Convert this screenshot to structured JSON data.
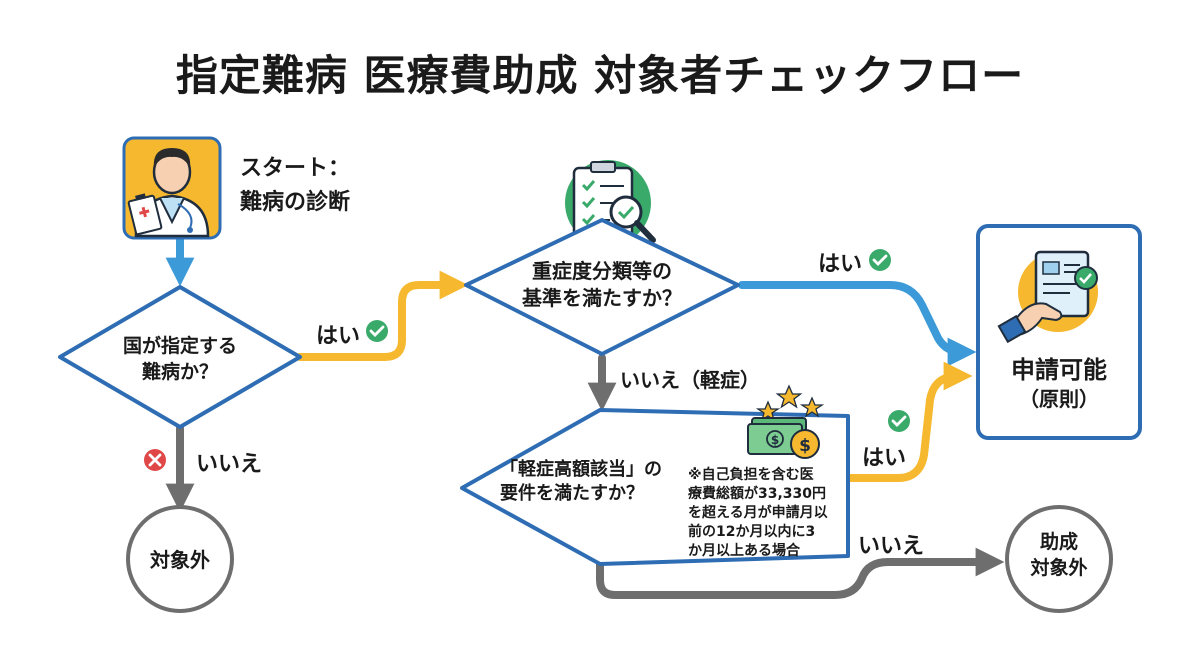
{
  "title": "指定難病 医療費助成 対象者チェックフロー",
  "start": {
    "line1": "スタート：",
    "line2": "難病の診断"
  },
  "q1": {
    "line1": "国が指定する",
    "line2": "難病か？"
  },
  "q2": {
    "line1": "重症度分類等の",
    "line2": "基準を満たすか？"
  },
  "q3": {
    "line1": "「軽症高額該当」の",
    "line2": "要件を満たすか？"
  },
  "note": {
    "lines": [
      "※自己負担を含む医",
      "療費総額が33,330円",
      "を超える月が申請月以",
      "前の12か月以内に3",
      "か月以上ある場合"
    ]
  },
  "results": {
    "excluded": "対象外",
    "approved": {
      "line1": "申請可能",
      "line2": "（原則）"
    },
    "grant_excluded": {
      "line1": "助成",
      "line2": "対象外"
    }
  },
  "edges": {
    "q1_yes": "はい",
    "q1_no": "いいえ",
    "q2_yes": "はい",
    "q2_no": "いいえ（軽症）",
    "q3_yes": "はい",
    "q3_no": "いいえ"
  },
  "colors": {
    "node_border": "#2e6db4",
    "arrow_blue": "#3d9ad8",
    "arrow_yellow": "#f5b82e",
    "arrow_gray": "#6e6e6e",
    "check_green": "#3aaa6a",
    "cross_red": "#e04848"
  },
  "icons": {
    "start": "doctor-icon",
    "q2": "clipboard-checklist-icon",
    "q3": "money-icon",
    "approved": "approved-document-icon"
  }
}
